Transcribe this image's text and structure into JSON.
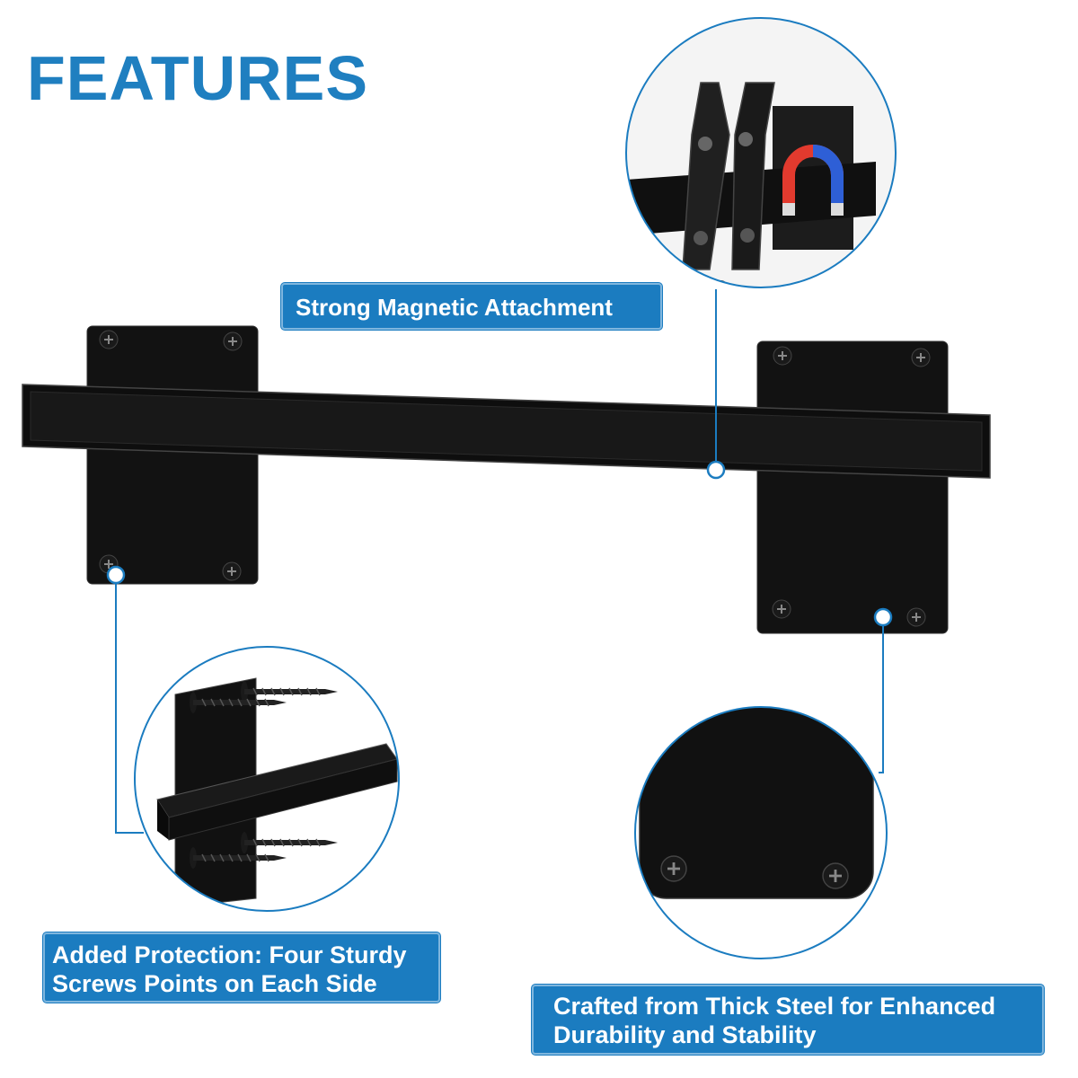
{
  "page": {
    "title": "FEATURES"
  },
  "features": [
    {
      "id": "magnetic",
      "lines": [
        "Strong Magnetic Attachment"
      ]
    },
    {
      "id": "protection",
      "lines": [
        "Added Protection: Four Sturdy",
        "Screws Points on Each Side"
      ]
    },
    {
      "id": "steel",
      "lines": [
        "Crafted from Thick Steel for Enhanced",
        "Durability and Stability"
      ]
    }
  ],
  "colors": {
    "accent": "#1f7fc0",
    "label_background": "#1b7cc0",
    "product": "#111111",
    "callout_line": "#1b7cc0"
  },
  "icons": [
    "magnet-icon",
    "screw-icon",
    "bolt-cutter-icon"
  ]
}
